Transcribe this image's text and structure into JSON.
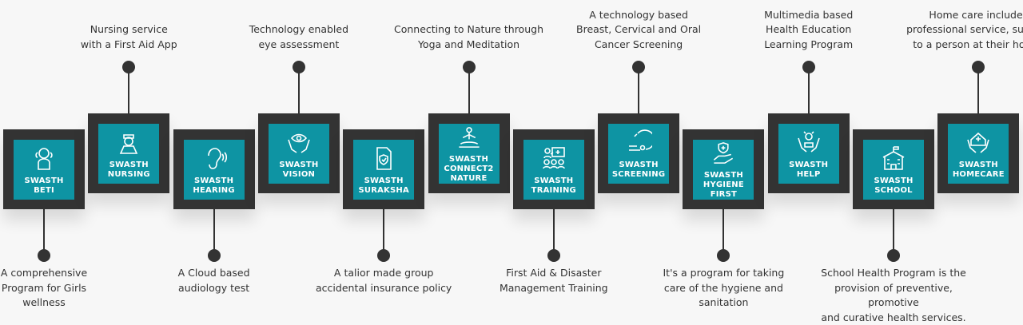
{
  "items": [
    {
      "title": [
        "SWASTH",
        "BETI"
      ],
      "icon": "girl-icon",
      "desc": [
        "A comprehensive",
        "Program for Girls",
        "wellness"
      ]
    },
    {
      "title": [
        "SWASTH",
        "NURSING"
      ],
      "icon": "nurse-icon",
      "desc": [
        "Nursing service",
        "with a First Aid App"
      ]
    },
    {
      "title": [
        "SWASTH",
        "HEARING"
      ],
      "icon": "ear-icon",
      "desc": [
        "A Cloud based",
        "audiology test"
      ]
    },
    {
      "title": [
        "SWASTH",
        "VISION"
      ],
      "icon": "eye-hands-icon",
      "desc": [
        "Technology enabled",
        "eye assessment"
      ]
    },
    {
      "title": [
        "SWASTH",
        "SURAKSHA"
      ],
      "icon": "insurance-document-icon",
      "desc": [
        "A talior made group",
        "accidental insurance policy"
      ]
    },
    {
      "title": [
        "SWASTH",
        "CONNECT2",
        "NATURE"
      ],
      "icon": "yoga-icon",
      "desc": [
        "Connecting to Nature through",
        "Yoga and Meditation"
      ]
    },
    {
      "title": [
        "SWASTH",
        "TRAINING"
      ],
      "icon": "training-icon",
      "desc": [
        "First Aid & Disaster",
        "Management Training"
      ]
    },
    {
      "title": [
        "SWASTH",
        "SCREENING"
      ],
      "icon": "screening-icon",
      "desc": [
        "A technology based",
        "Breast, Cervical and Oral",
        "Cancer Screening"
      ]
    },
    {
      "title": [
        "SWASTH",
        "HYGIENE",
        "FIRST"
      ],
      "icon": "hygiene-hand-icon",
      "desc": [
        "It's a program for taking",
        "care of the hygiene and",
        "sanitation"
      ]
    },
    {
      "title": [
        "SWASTH",
        "HELP"
      ],
      "icon": "help-hands-icon",
      "desc": [
        "Multimedia based",
        "Health Education",
        "Learning Program"
      ]
    },
    {
      "title": [
        "SWASTH",
        "SCHOOL"
      ],
      "icon": "school-icon",
      "desc": [
        "School Health Program is the",
        "provision of preventive, promotive",
        "and curative health services."
      ]
    },
    {
      "title": [
        "SWASTH",
        "HOMECARE"
      ],
      "icon": "homecare-icon",
      "desc": [
        "Home care includes",
        "professional service, support",
        "to a person at their home."
      ]
    }
  ],
  "colors": {
    "teal": "#0e94a3",
    "dark": "#333333",
    "background": "#f7f7f7"
  }
}
